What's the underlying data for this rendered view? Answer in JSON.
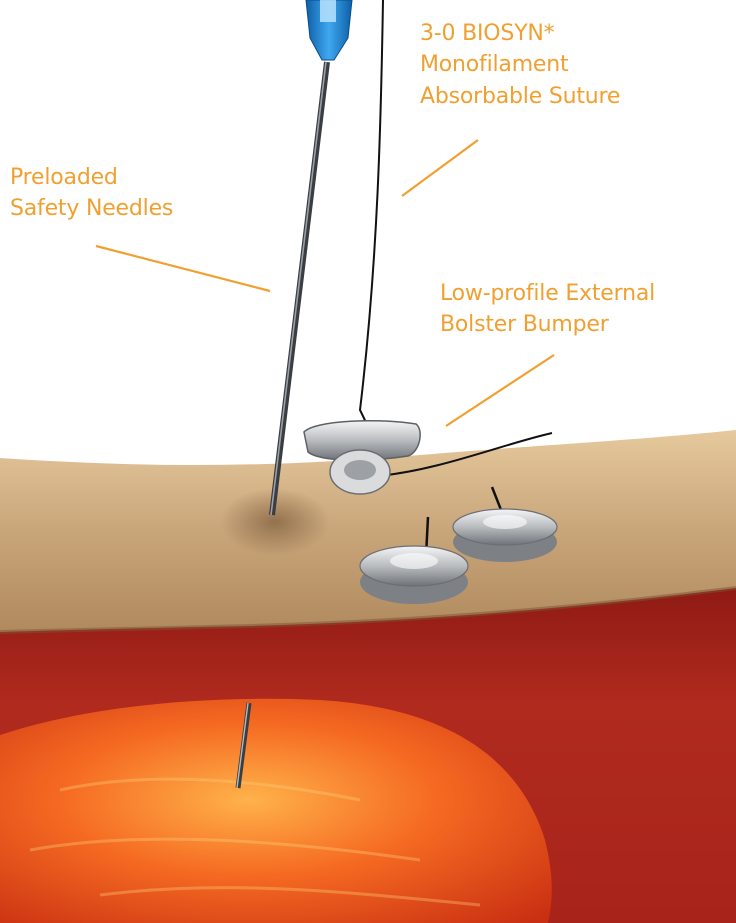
{
  "colors": {
    "label_color": "#f0a030",
    "skin_color": "#c9a57a",
    "tissue_color": "#a8241d",
    "stomach_color": "#e0401c"
  },
  "callouts": {
    "suture": {
      "lines": [
        "3-0 BIOSYN*",
        "Monofilament",
        "Absorbable Suture"
      ]
    },
    "needles": {
      "lines": [
        "Preloaded",
        "Safety Needles"
      ]
    },
    "bumper": {
      "lines": [
        "Low-profile External",
        "Bolster Bumper"
      ]
    }
  }
}
